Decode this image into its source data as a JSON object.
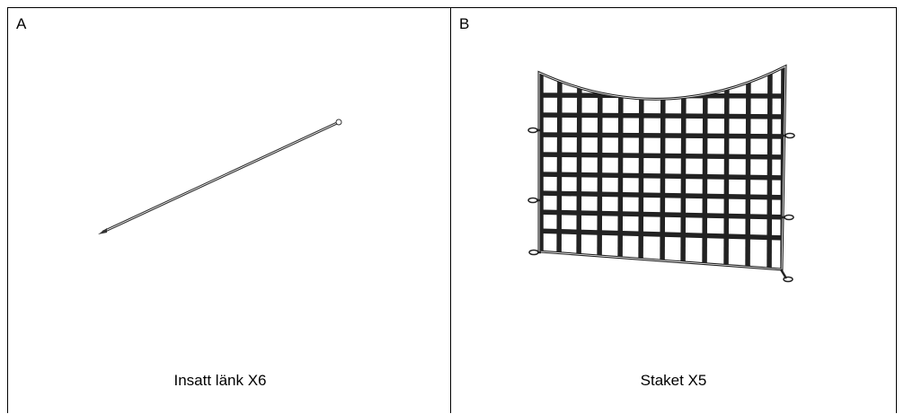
{
  "parts": [
    {
      "letter": "A",
      "caption": "Insatt länk X6",
      "image": "insert-link-rod"
    },
    {
      "letter": "B",
      "caption": "Staket X5",
      "image": "fence-panel"
    }
  ]
}
